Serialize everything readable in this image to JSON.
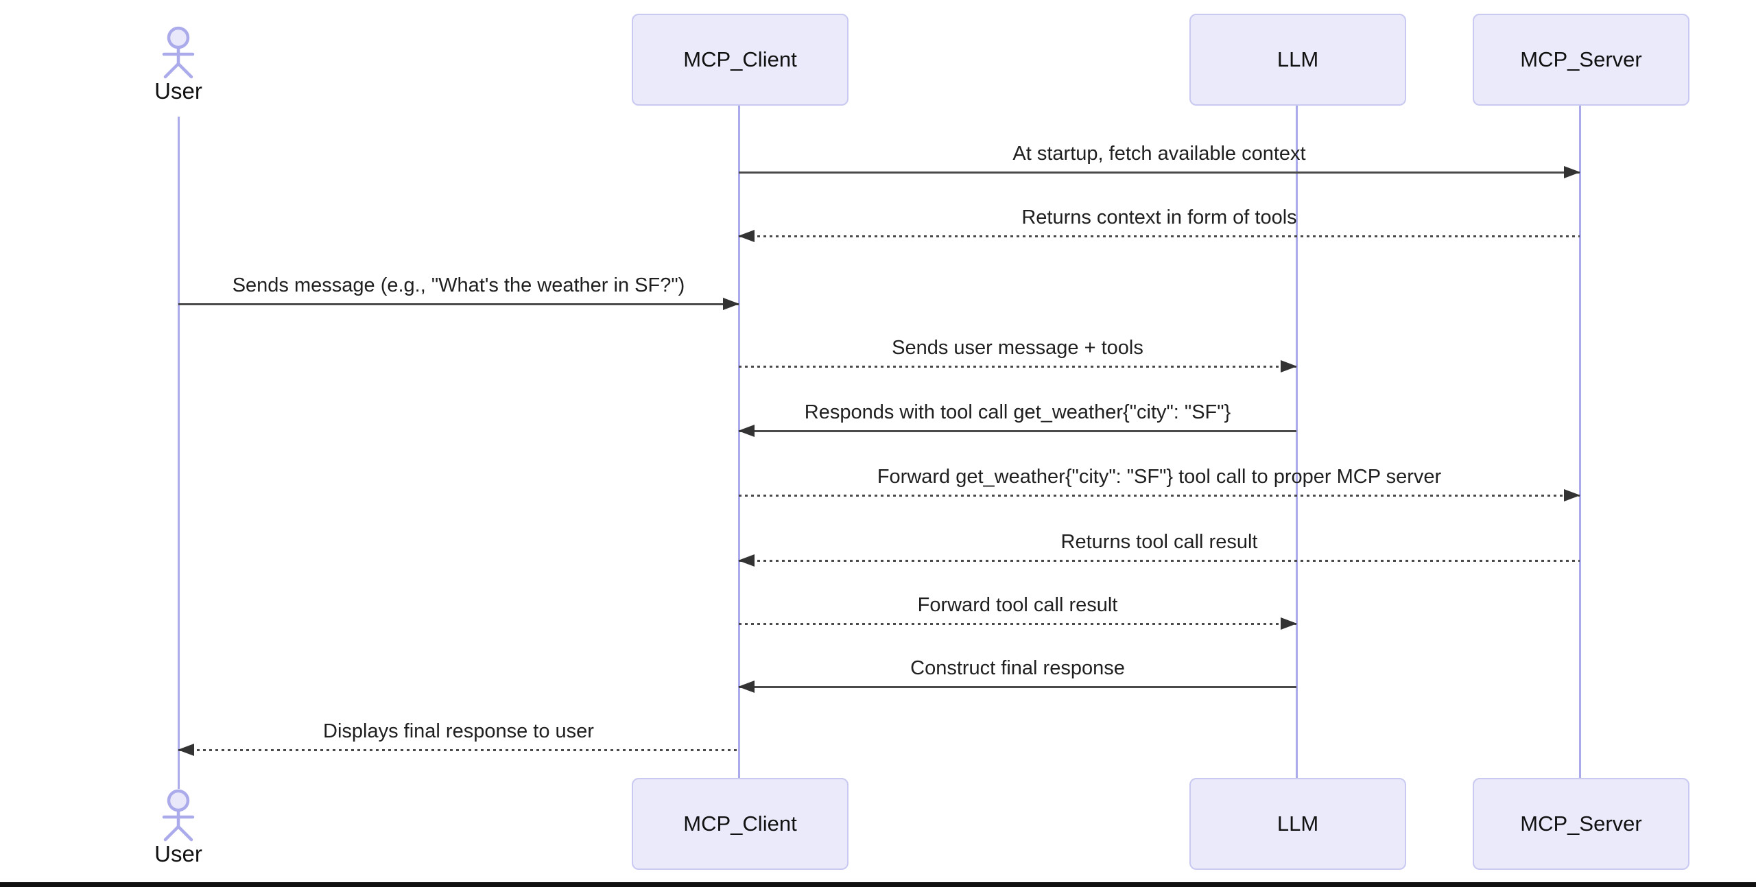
{
  "diagram": {
    "type": "sequence-diagram",
    "participants": [
      {
        "id": "user",
        "label": "User",
        "kind": "actor"
      },
      {
        "id": "mcp_client",
        "label": "MCP_Client",
        "kind": "participant"
      },
      {
        "id": "llm",
        "label": "LLM",
        "kind": "participant"
      },
      {
        "id": "mcp_server",
        "label": "MCP_Server",
        "kind": "participant"
      }
    ],
    "messages": [
      {
        "from": "MCP_Client",
        "to": "MCP_Server",
        "line": "solid",
        "label": "At startup, fetch available context"
      },
      {
        "from": "MCP_Server",
        "to": "MCP_Client",
        "line": "dashed",
        "label": "Returns context in form of tools"
      },
      {
        "from": "User",
        "to": "MCP_Client",
        "line": "solid",
        "label": "Sends message (e.g., \"What's the weather in SF?\")"
      },
      {
        "from": "MCP_Client",
        "to": "LLM",
        "line": "dashed",
        "label": "Sends user message + tools"
      },
      {
        "from": "LLM",
        "to": "MCP_Client",
        "line": "solid",
        "label": "Responds with tool call get_weather{\"city\": \"SF\"}"
      },
      {
        "from": "MCP_Client",
        "to": "MCP_Server",
        "line": "dashed",
        "label": "Forward get_weather{\"city\": \"SF\"} tool call to proper MCP server"
      },
      {
        "from": "MCP_Server",
        "to": "MCP_Client",
        "line": "dashed",
        "label": "Returns tool call result"
      },
      {
        "from": "MCP_Client",
        "to": "LLM",
        "line": "dashed",
        "label": "Forward tool call result"
      },
      {
        "from": "LLM",
        "to": "MCP_Client",
        "line": "solid",
        "label": "Construct final response"
      },
      {
        "from": "MCP_Client",
        "to": "User",
        "line": "dashed",
        "label": "Displays final response to user"
      }
    ],
    "colors": {
      "participant_fill": "#EAEAFB",
      "participant_border": "#C9C9F1",
      "lifeline": "#ABABEC",
      "arrow_line": "#4a4a4a",
      "arrowhead": "#333333",
      "text": "#1f1f1f",
      "bottom_bar": "#111111"
    }
  }
}
